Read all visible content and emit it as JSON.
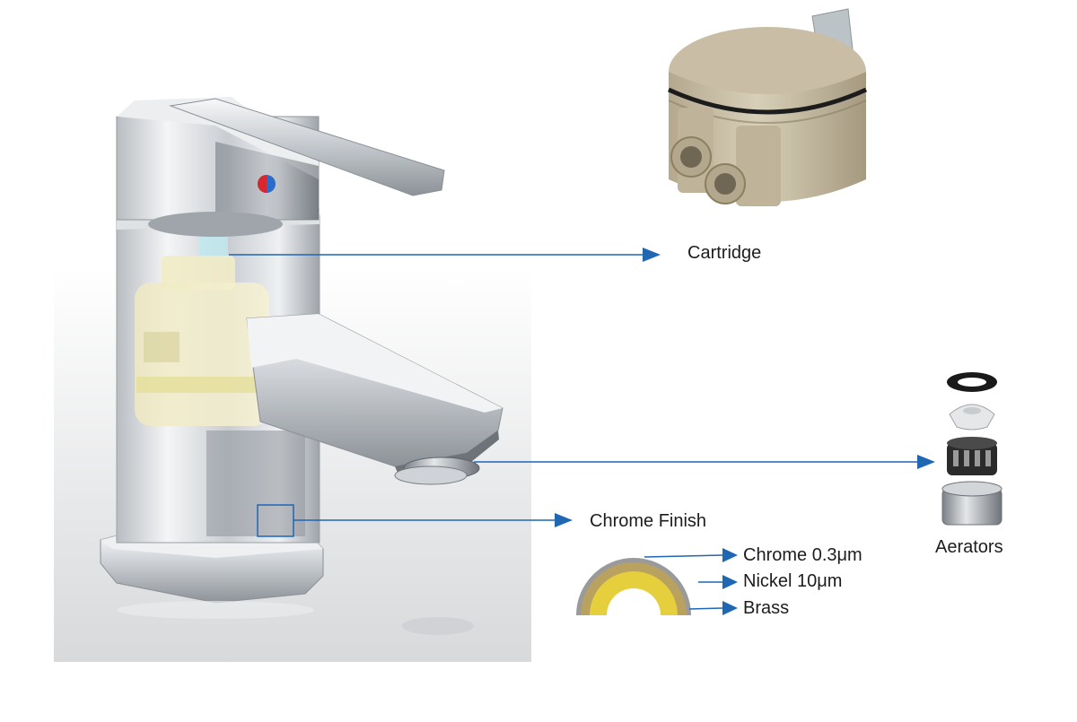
{
  "callouts": {
    "cartridge": "Cartridge",
    "chrome_finish": "Chrome Finish",
    "aerators": "Aerators"
  },
  "layers": [
    {
      "name": "Chrome 0.3μm",
      "color": "#9a9a9a"
    },
    {
      "name": "Nickel 10μm",
      "color": "#b9a15f"
    },
    {
      "name": "Brass",
      "color": "#e6cf3c"
    }
  ],
  "colors": {
    "arrow": "#1f66b3",
    "chrome": "#d9dde2",
    "cartridge_body": "#c9bea5",
    "hot_indicator": "#d8272d",
    "cold_indicator": "#2a6cc8"
  },
  "icons": {
    "arrow": "right-triangle-arrow",
    "faucet": "single-lever-basin-mixer",
    "cartridge": "ceramic-disc-cartridge",
    "aerator": "tap-aerator-parts"
  }
}
